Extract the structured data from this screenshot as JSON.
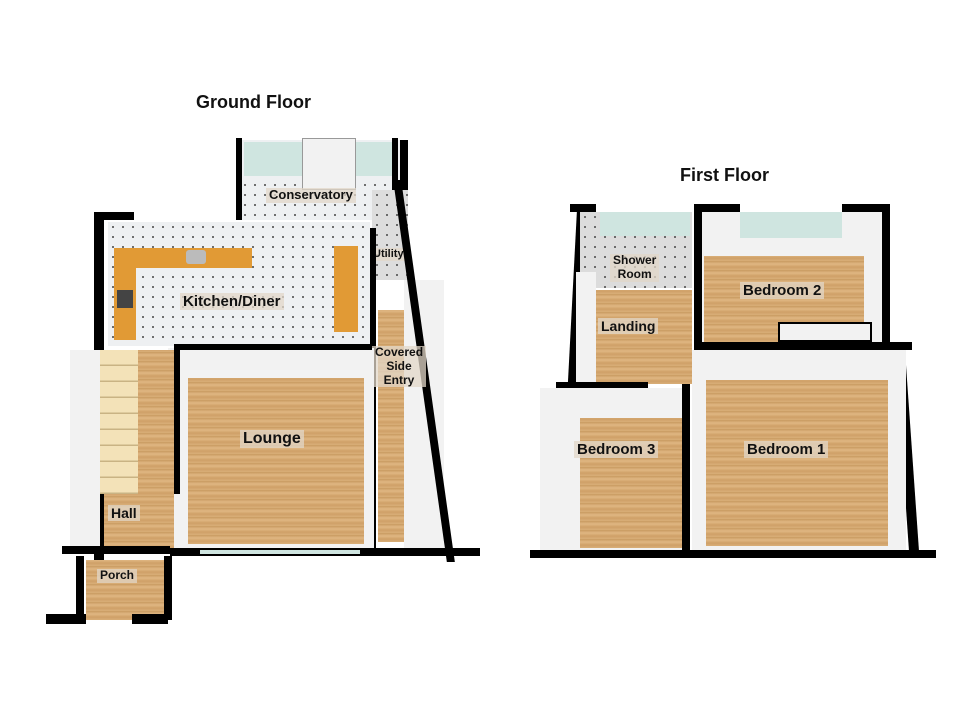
{
  "ground_floor": {
    "title": "Ground Floor",
    "rooms": [
      {
        "id": "conservatory",
        "label": "Conservatory"
      },
      {
        "id": "utility",
        "label": "Utility"
      },
      {
        "id": "kitchen-diner",
        "label": "Kitchen/Diner"
      },
      {
        "id": "covered-side-entry",
        "label": "Covered Side Entry",
        "lines": [
          "Covered",
          "Side",
          "Entry"
        ]
      },
      {
        "id": "lounge",
        "label": "Lounge"
      },
      {
        "id": "hall",
        "label": "Hall"
      },
      {
        "id": "porch",
        "label": "Porch"
      }
    ]
  },
  "first_floor": {
    "title": "First Floor",
    "rooms": [
      {
        "id": "shower-room",
        "label": "Shower Room",
        "lines": [
          "Shower",
          "Room"
        ]
      },
      {
        "id": "bedroom-2",
        "label": "Bedroom 2"
      },
      {
        "id": "landing",
        "label": "Landing"
      },
      {
        "id": "bedroom-3",
        "label": "Bedroom 3"
      },
      {
        "id": "bedroom-1",
        "label": "Bedroom 1"
      }
    ]
  },
  "colors": {
    "wall": "#000000",
    "wood_floor": "#d4a46b",
    "tile_floor": "#eef0f2",
    "glass": "#cfe5e0",
    "worktop": "#e19a35"
  }
}
